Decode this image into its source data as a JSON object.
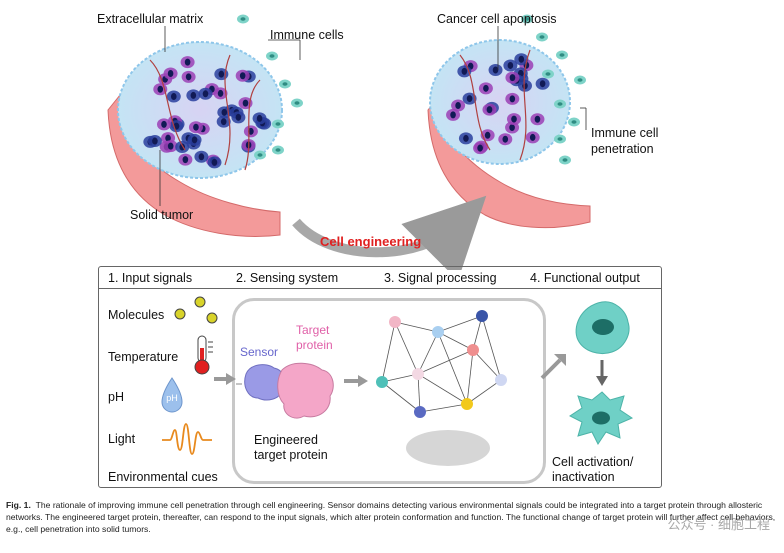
{
  "top_labels": {
    "extracellular_matrix": "Extracellular matrix",
    "immune_cells": "Immune cells",
    "solid_tumor": "Solid tumor",
    "cancer_cell_apoptosis": "Cancer cell apoptosis",
    "immune_cell_penetration_1": "Immune cell",
    "immune_cell_penetration_2": "penetration",
    "cell_engineering": "Cell engineering"
  },
  "panel": {
    "headers": [
      "1. Input signals",
      "2. Sensing system",
      "3. Signal processing",
      "4. Functional output"
    ],
    "inputs": {
      "molecules": "Molecules",
      "temperature": "Temperature",
      "ph": "pH",
      "ph_icon_text": "pH",
      "light": "Light",
      "environmental": "Environmental cues"
    },
    "sensing": {
      "sensor": "Sensor",
      "target_1": "Target",
      "target_2": "protein",
      "engineered_1": "Engineered",
      "engineered_2": "target protein"
    },
    "output": {
      "activation_1": "Cell activation/",
      "activation_2": "inactivation"
    }
  },
  "caption": {
    "fig": "Fig. 1.",
    "text": "The rationale of improving immune cell penetration through cell engineering. Sensor domains detecting various environmental signals could be integrated into a target protein through allosteric networks. The engineered target protein, thereafter, can respond to the input signals, which alter protein conformation and function. The functional change of target protein will further affect cell behaviors, e.g., cell penetration into solid tumors."
  },
  "watermark": "公众号 · 细胞工程",
  "colors": {
    "accent_red": "#e02020",
    "vessel": "#f08a8a",
    "immune": "#7ed3c8",
    "tumor_dark": "#2a3f9e",
    "tumor_purple": "#9b3fb5",
    "sensor": "#9a9ae6",
    "target": "#f4a6c8"
  }
}
